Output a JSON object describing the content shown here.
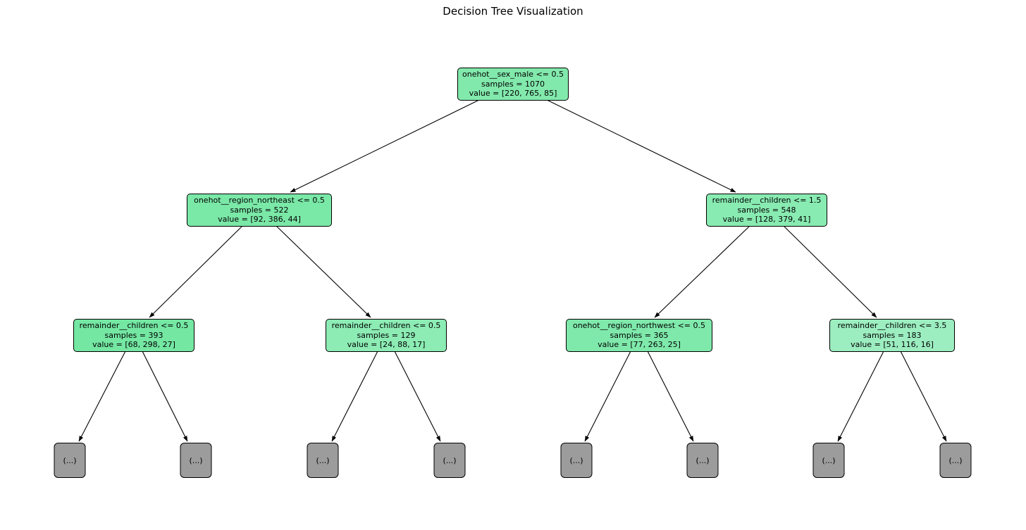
{
  "title": "Decision Tree Visualization",
  "colors": {
    "background": "#ffffff",
    "edge": "#000000",
    "node_border": "#000000",
    "leaf_fill": "#9c9c9c",
    "text": "#000000"
  },
  "tree": {
    "nodes": [
      {
        "id": "root",
        "condition": "onehot__sex_male <= 0.5",
        "samples": "samples = 1070",
        "value": "value = [220, 765, 85]",
        "fill": "#82e9ac"
      },
      {
        "id": "depth1-left",
        "condition": "onehot__region_northeast <= 0.5",
        "samples": "samples = 522",
        "value": "value = [92, 386, 44]",
        "fill": "#7ae8a7"
      },
      {
        "id": "depth1-right",
        "condition": "remainder__children <= 1.5",
        "samples": "samples = 548",
        "value": "value = [128, 379, 41]",
        "fill": "#88ebb1"
      },
      {
        "id": "depth2-node1",
        "condition": "remainder__children <= 0.5",
        "samples": "samples = 393",
        "value": "value = [68, 298, 27]",
        "fill": "#74e7a3"
      },
      {
        "id": "depth2-node2",
        "condition": "remainder__children <= 0.5",
        "samples": "samples = 129",
        "value": "value = [24, 88, 17]",
        "fill": "#8cecb4"
      },
      {
        "id": "depth2-node3",
        "condition": "onehot__region_northwest <= 0.5",
        "samples": "samples = 365",
        "value": "value = [77, 263, 25]",
        "fill": "#7fe9ab"
      },
      {
        "id": "depth2-node4",
        "condition": "remainder__children <= 3.5",
        "samples": "samples = 183",
        "value": "value = [51, 116, 16]",
        "fill": "#9ceec0"
      }
    ],
    "leaves": [
      {
        "label": "(...)"
      },
      {
        "label": "(...)"
      },
      {
        "label": "(...)"
      },
      {
        "label": "(...)"
      },
      {
        "label": "(...)"
      },
      {
        "label": "(...)"
      },
      {
        "label": "(...)"
      },
      {
        "label": "(...)"
      }
    ]
  }
}
